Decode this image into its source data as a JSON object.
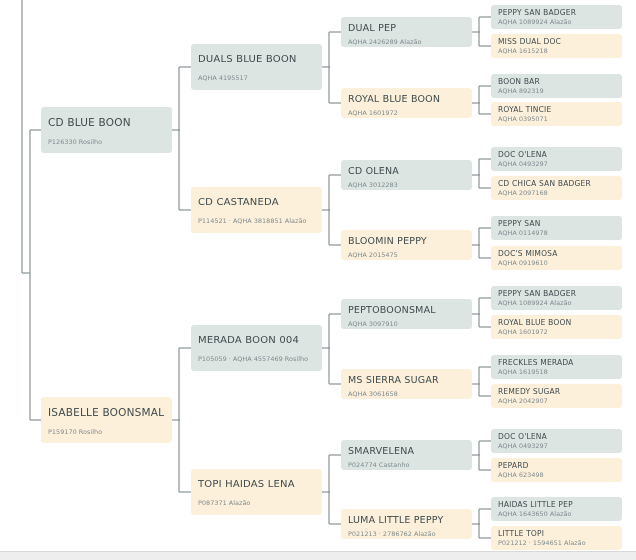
{
  "pedigree": {
    "g1": [
      {
        "name": "CD BLUE BOON",
        "reg": "P126330 Rosilho",
        "sex": "m"
      },
      {
        "name": "ISABELLE BOONSMAL",
        "reg": "P159170 Rosilho",
        "sex": "f"
      }
    ],
    "g2": [
      {
        "name": "DUALS BLUE BOON",
        "reg": "AQHA 4195517",
        "sex": "m"
      },
      {
        "name": "CD CASTANEDA",
        "reg": "P114521 · AQHA 3818851 Alazão",
        "sex": "f"
      },
      {
        "name": "MERADA BOON 004",
        "reg": "P105059 · AQHA 4557469 Rosilho",
        "sex": "m"
      },
      {
        "name": "TOPI HAIDAS LENA",
        "reg": "P087371 Alazão",
        "sex": "f"
      }
    ],
    "g3": [
      {
        "name": "DUAL PEP",
        "reg": "AQHA 2426289 Alazão",
        "sex": "m"
      },
      {
        "name": "ROYAL BLUE BOON",
        "reg": "AQHA 1601972",
        "sex": "f"
      },
      {
        "name": "CD OLENA",
        "reg": "AQHA 3012283",
        "sex": "m"
      },
      {
        "name": "BLOOMIN PEPPY",
        "reg": "AQHA 2015475",
        "sex": "f"
      },
      {
        "name": "PEPTOBOONSMAL",
        "reg": "AQHA 3097910",
        "sex": "m"
      },
      {
        "name": "MS SIERRA SUGAR",
        "reg": "AQHA 3061658",
        "sex": "f"
      },
      {
        "name": "SMARVELENA",
        "reg": "P024774 Castanho",
        "sex": "m"
      },
      {
        "name": "LUMA LITTLE PEPPY",
        "reg": "P021213 · 2786762 Alazão",
        "sex": "f"
      }
    ],
    "g4": [
      {
        "name": "PEPPY SAN BADGER",
        "reg": "AQHA 1089924 Alazão",
        "sex": "m"
      },
      {
        "name": "MISS DUAL DOC",
        "reg": "AQHA 1615218",
        "sex": "f"
      },
      {
        "name": "BOON BAR",
        "reg": "AQHA 892319",
        "sex": "m"
      },
      {
        "name": "ROYAL TINCIE",
        "reg": "AQHA 0395071",
        "sex": "f"
      },
      {
        "name": "DOC O'LENA",
        "reg": "AQHA 0493297",
        "sex": "m"
      },
      {
        "name": "CD CHICA SAN BADGER",
        "reg": "AQHA 2097168",
        "sex": "f"
      },
      {
        "name": "PEPPY SAN",
        "reg": "AQHA 0114978",
        "sex": "m"
      },
      {
        "name": "DOC'S MIMOSA",
        "reg": "AQHA 0919610",
        "sex": "f"
      },
      {
        "name": "PEPPY SAN BADGER",
        "reg": "AQHA 1089924 Alazão",
        "sex": "m"
      },
      {
        "name": "ROYAL BLUE BOON",
        "reg": "AQHA 1601972",
        "sex": "f"
      },
      {
        "name": "FRECKLES MERADA",
        "reg": "AQHA 1619518",
        "sex": "m"
      },
      {
        "name": "REMEDY SUGAR",
        "reg": "AQHA 2042907",
        "sex": "f"
      },
      {
        "name": "DOC O'LENA",
        "reg": "AQHA 0493297",
        "sex": "m"
      },
      {
        "name": "PEPARD",
        "reg": "AQHA 623498",
        "sex": "f"
      },
      {
        "name": "HAIDAS LITTLE PEP",
        "reg": "AQHA 1643650 Alazão",
        "sex": "m"
      },
      {
        "name": "LITTLE TOPI",
        "reg": "P021212 · 1594651 Alazão",
        "sex": "f"
      }
    ]
  }
}
